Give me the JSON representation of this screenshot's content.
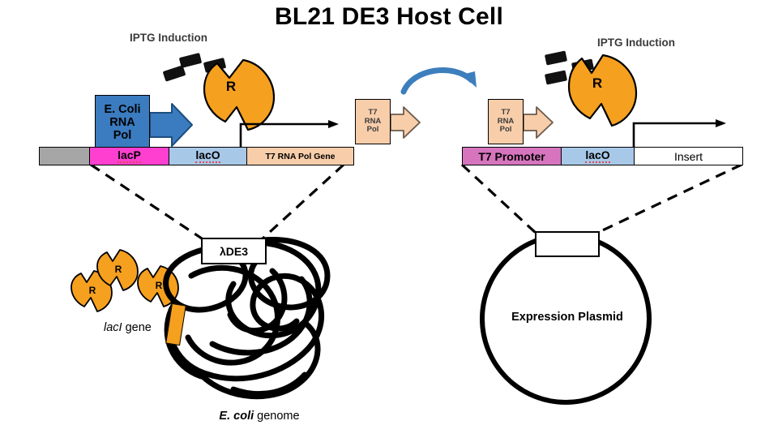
{
  "title": "BL21 DE3 Host Cell",
  "labels": {
    "iptg_left": "IPTG Induction",
    "iptg_right": "IPTG Induction",
    "lambda_de3": "λDE3",
    "laci_gene_italic": "lacI",
    "laci_gene_rest": " gene",
    "genome_italic": "E. coli",
    "genome_rest": " genome",
    "expression_plasmid": "Expression Plasmid",
    "repressor_letter": "R"
  },
  "polymerases": {
    "ecoli": {
      "line1": "E. Coli",
      "line2": "RNA",
      "line3": "Pol"
    },
    "t7_left": {
      "line1": "T7",
      "line2": "RNA",
      "line3": "Pol"
    },
    "t7_right": {
      "line1": "T7",
      "line2": "RNA",
      "line3": "Pol"
    }
  },
  "chromosome_construct": {
    "segments": [
      {
        "label": "",
        "color": "#a6a6a6",
        "width": 62
      },
      {
        "label": "lacP",
        "color": "#FF3FD0",
        "width": 98
      },
      {
        "label": "lacO",
        "color": "#A8C8E8",
        "width": 96
      },
      {
        "label": "T7 RNA Pol Gene",
        "color": "#F7CDAA",
        "width": 131
      }
    ]
  },
  "plasmid_construct": {
    "segments": [
      {
        "label": "T7 Promoter",
        "color": "#D675BE",
        "width": 122
      },
      {
        "label": "lacO",
        "color": "#A8C8E8",
        "width": 90
      },
      {
        "label": "Insert",
        "color": "#FFFFFF",
        "width": 133
      }
    ]
  },
  "colors": {
    "repressor": "#F5A01E",
    "iptg": "#111111",
    "ecoli_pol": "#3b7bbf",
    "t7_pol": "#F7CDAA",
    "lacP": "#FF3FD0",
    "lacO": "#A8C8E8",
    "t7_promoter": "#D675BE",
    "t7_gene": "#F7CDAA",
    "spacer_gray": "#a6a6a6",
    "transfer_arrow": "#3d7ebd"
  }
}
